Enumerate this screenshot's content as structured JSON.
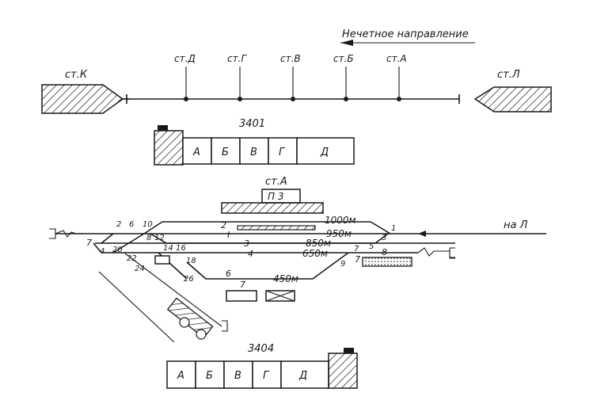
{
  "direction_label": "Нечетное направление",
  "stations": {
    "left": "ст.К",
    "right": "ст.Л",
    "intermediate": [
      "ст.Д",
      "ст.Г",
      "ст.В",
      "ст.Б",
      "ст.А"
    ]
  },
  "train_top": {
    "number": "3401",
    "cars": [
      "А",
      "Б",
      "В",
      "Г",
      "Д"
    ]
  },
  "station_layout": {
    "title": "ст.А",
    "building": "П 3",
    "to_label": "на Л",
    "track_labels": {
      "I": "I",
      "t2": "2",
      "t3": "3",
      "t4": "4",
      "t6": "6",
      "t7a": "7",
      "t7b": "7",
      "t7c": "7",
      "t8": "8"
    },
    "lengths": {
      "l1000": "1000м",
      "l950": "950м",
      "l850": "850м",
      "l650": "650м",
      "l450": "450м"
    },
    "switches": [
      "1",
      "2",
      "3",
      "4",
      "5",
      "6",
      "7",
      "8",
      "9",
      "10",
      "12",
      "14",
      "16",
      "18",
      "20",
      "22",
      "24",
      "26"
    ]
  },
  "train_bottom": {
    "number": "3404",
    "cars": [
      "А",
      "Б",
      "В",
      "Г",
      "Д"
    ]
  }
}
